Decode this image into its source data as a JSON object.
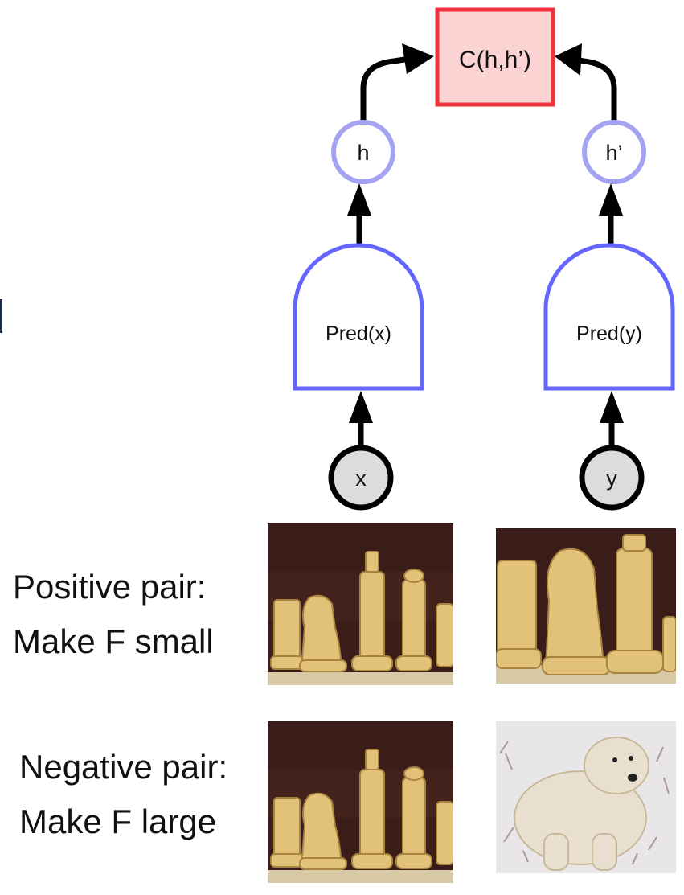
{
  "diagram": {
    "cost_label": "C(h,h’)",
    "left_latent": "h",
    "right_latent": "h’",
    "left_predictor": "Pred(x)",
    "right_predictor": "Pred(y)",
    "left_input": "x",
    "right_input": "y"
  },
  "rows": {
    "positive": {
      "line1": "Positive pair:",
      "line2": "Make F small"
    },
    "negative": {
      "line1": "Negative pair:",
      "line2": "Make F large"
    }
  },
  "colors": {
    "cost_fill": "#fcd3d3",
    "cost_stroke": "#f0323a",
    "predictor_stroke": "#6464ff",
    "latent_stroke": "#a3a3f2",
    "input_fill": "#dcdcdc",
    "arrow": "#000000"
  },
  "images": {
    "positive_left": "chess-pieces-photo",
    "positive_right": "chess-pieces-closeup-photo",
    "negative_left": "chess-pieces-photo",
    "negative_right": "polar-bear-photo"
  }
}
